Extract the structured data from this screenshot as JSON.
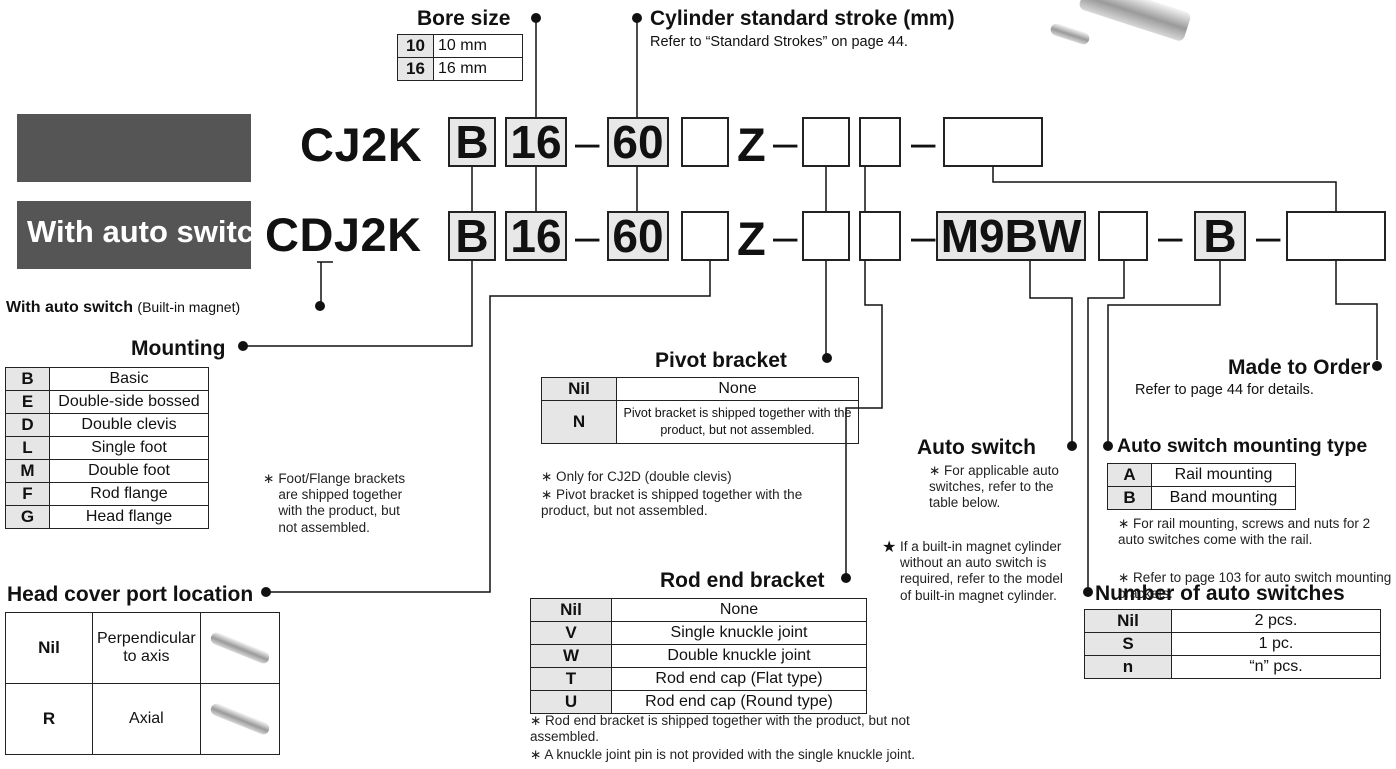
{
  "bore_size": {
    "title": "Bore size",
    "rows": [
      {
        "code": "10",
        "value": "10 mm"
      },
      {
        "code": "16",
        "value": "16 mm"
      }
    ]
  },
  "stroke": {
    "title": "Cylinder standard stroke (mm)",
    "note": "Refer to “Standard Strokes” on page 44."
  },
  "model_rows": {
    "row1": {
      "prefix": "CJ2K",
      "mounting": "B",
      "bore": "16",
      "stroke": "60",
      "z": "Z",
      "dash": "–"
    },
    "row2": {
      "banner": "With auto switch",
      "prefix_c": "C",
      "prefix_d": "D",
      "prefix_rest": "J2K",
      "mounting": "B",
      "bore": "16",
      "stroke": "60",
      "z": "Z",
      "switch": "M9BW",
      "band": "B",
      "dash": "–"
    }
  },
  "with_auto_switch": {
    "bold": "With auto switch",
    "normal": "(Built-in magnet)"
  },
  "mounting": {
    "title": "Mounting",
    "rows": [
      {
        "code": "B",
        "label": "Basic"
      },
      {
        "code": "E",
        "label": "Double-side bossed"
      },
      {
        "code": "D",
        "label": "Double clevis"
      },
      {
        "code": "L",
        "label": "Single foot"
      },
      {
        "code": "M",
        "label": "Double foot"
      },
      {
        "code": "F",
        "label": "Rod flange"
      },
      {
        "code": "G",
        "label": "Head flange"
      }
    ],
    "note_mark": "∗",
    "note": "Foot/Flange brackets are shipped together with the product, but not assembled."
  },
  "head_cover": {
    "title": "Head cover port location",
    "rows": [
      {
        "code": "Nil",
        "label": "Perpendicular to axis"
      },
      {
        "code": "R",
        "label": "Axial"
      }
    ]
  },
  "pivot_bracket": {
    "title": "Pivot bracket",
    "rows": [
      {
        "code": "Nil",
        "label": "None"
      },
      {
        "code": "N",
        "label": "Pivot bracket is shipped together with the product, but not assembled."
      }
    ],
    "notes": [
      "∗ Only for CJ2D (double clevis)",
      "∗ Pivot bracket is shipped together with the product, but not assembled."
    ]
  },
  "rod_end_bracket": {
    "title": "Rod end bracket",
    "rows": [
      {
        "code": "Nil",
        "label": "None"
      },
      {
        "code": "V",
        "label": "Single knuckle joint"
      },
      {
        "code": "W",
        "label": "Double knuckle joint"
      },
      {
        "code": "T",
        "label": "Rod end cap (Flat type)"
      },
      {
        "code": "U",
        "label": "Rod end cap (Round type)"
      }
    ],
    "notes": [
      "∗ Rod end bracket is shipped together with the product, but not assembled.",
      "∗ A knuckle joint pin is not provided with the single knuckle joint."
    ]
  },
  "auto_switch": {
    "title": "Auto switch",
    "note": "∗ For applicable auto switches, refer to the table below.",
    "star_mark": "★",
    "star_note": "If a built-in magnet cylinder without an auto switch is required, refer to the model of built-in magnet cylinder."
  },
  "made_to_order": {
    "title": "Made to Order",
    "note": "Refer to page 44 for details."
  },
  "mounting_type": {
    "title": "Auto switch mounting type",
    "rows": [
      {
        "code": "A",
        "label": "Rail mounting"
      },
      {
        "code": "B",
        "label": "Band mounting"
      }
    ],
    "notes": [
      "∗ For rail mounting, screws and nuts for 2 auto switches come with the rail.",
      "∗ Refer to page 103 for auto switch mounting brackets."
    ]
  },
  "num_switches": {
    "title": "Number of auto switches",
    "rows": [
      {
        "code": "Nil",
        "label": "2 pcs."
      },
      {
        "code": "S",
        "label": "1 pc."
      },
      {
        "code": "n",
        "label": "“n” pcs."
      }
    ]
  }
}
